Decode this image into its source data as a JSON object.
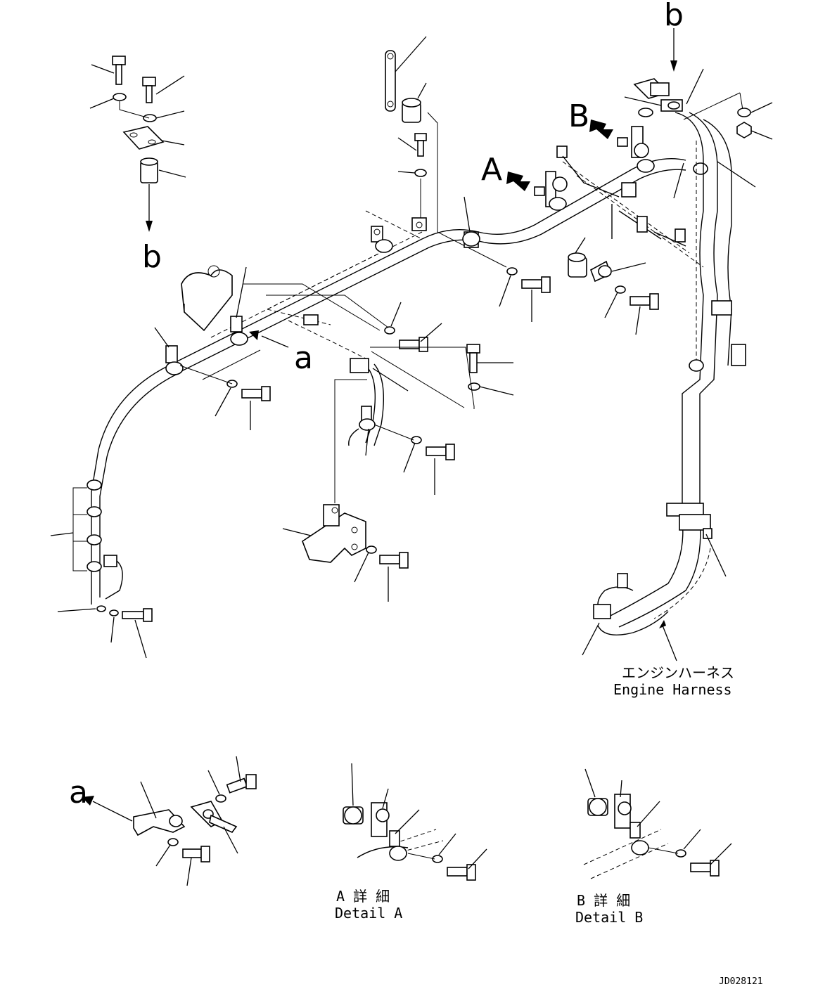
{
  "labels": {
    "b_top": "b",
    "b_left": "b",
    "A": "A",
    "B": "B",
    "a_mid": "a",
    "a_bottom": "a",
    "engine_harness_jp": "エンジンハーネス",
    "engine_harness_en": "Engine Harness",
    "detail_a_jp": "A 詳 細",
    "detail_a_en": "Detail A",
    "detail_b_jp": "B 詳 細",
    "detail_b_en": "Detail B",
    "drawing_code": "JD028121"
  }
}
